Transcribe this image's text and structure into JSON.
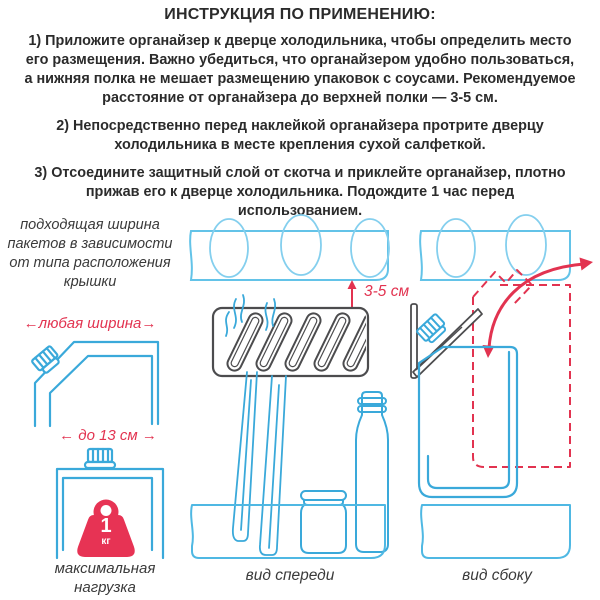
{
  "header": {
    "title": "ИНСТРУКЦИЯ ПО ПРИМЕНЕНИЮ:",
    "steps": [
      "1) Приложите органайзер к дверце холодильника, чтобы определить место его размещения. Важно убедиться, что органайзером удобно пользоваться, а нижняя полка не мешает размещению упаковок с соусами. Рекомендуемое расстояние от органайзера до верхней полки — 3-5 см.",
      "2) Непосредственно перед наклейкой органайзера протрите дверцу холодильника в месте крепления сухой салфеткой.",
      "3) Отсоедините защитный слой от скотча и приклейте органайзер, плотно прижав его к дверце холодильника. Подождите 1 час перед использованием."
    ]
  },
  "diagram": {
    "suitable_width_note": "подходящая ширина пакетов в зависимости от типа расположения крышки",
    "any_width": "←любая ширина→",
    "max_13cm": "← до 13 см →",
    "gap_3_5cm": "3-5 см",
    "weight_value": "1",
    "weight_unit": "кг",
    "max_load_label": "максимальная нагрузка",
    "front_view_label": "вид спереди",
    "side_view_label": "вид сбоку"
  },
  "colors": {
    "line_blue": "#3aa9da",
    "light_blue": "#63c3e8",
    "accent_red": "#e23350",
    "line_dark": "#4c4c4e",
    "text": "#2b2b2b"
  }
}
